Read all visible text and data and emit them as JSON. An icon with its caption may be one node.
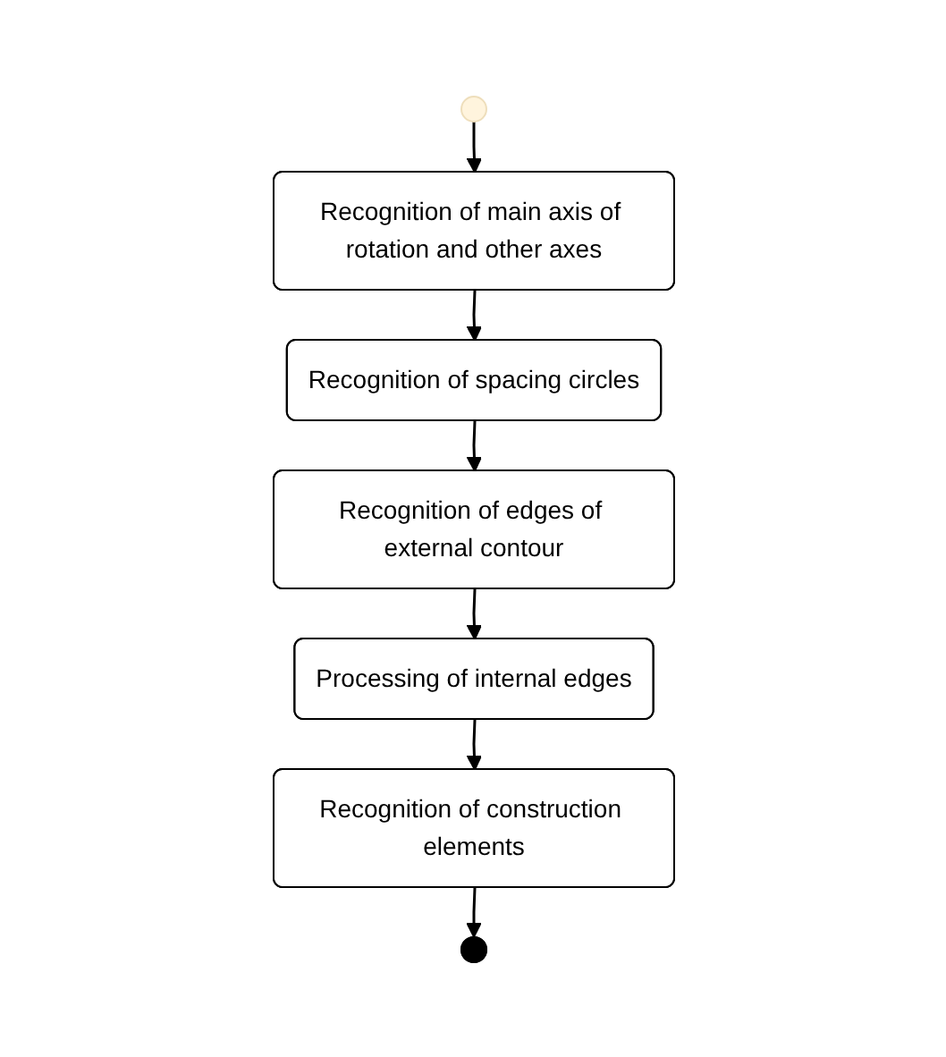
{
  "diagram": {
    "nodes": [
      {
        "text": [],
        "shape": "circle"
      },
      {
        "text": [
          "Recognition of main axis of rotation and other axes"
        ]
      },
      {
        "text": [
          "Recognition of spacing circles"
        ]
      },
      {
        "text": [
          "Recognition of edges of external contour"
        ]
      },
      {
        "text": [
          "Processing of internal edges"
        ]
      },
      {
        "text": [
          "Recognition of construction elements"
        ]
      },
      {
        "text": [],
        "shape": "circle"
      }
    ],
    "edges": [
      {
        "from": 0,
        "to": 1,
        "arrow": "to"
      },
      {
        "from": 1,
        "to": 2,
        "arrow": "to"
      },
      {
        "from": 2,
        "to": 3,
        "arrow": "to"
      },
      {
        "from": 3,
        "to": 4,
        "arrow": "to"
      },
      {
        "from": 4,
        "to": 5,
        "arrow": "to"
      },
      {
        "from": 5,
        "to": 6,
        "arrow": "to"
      }
    ]
  }
}
